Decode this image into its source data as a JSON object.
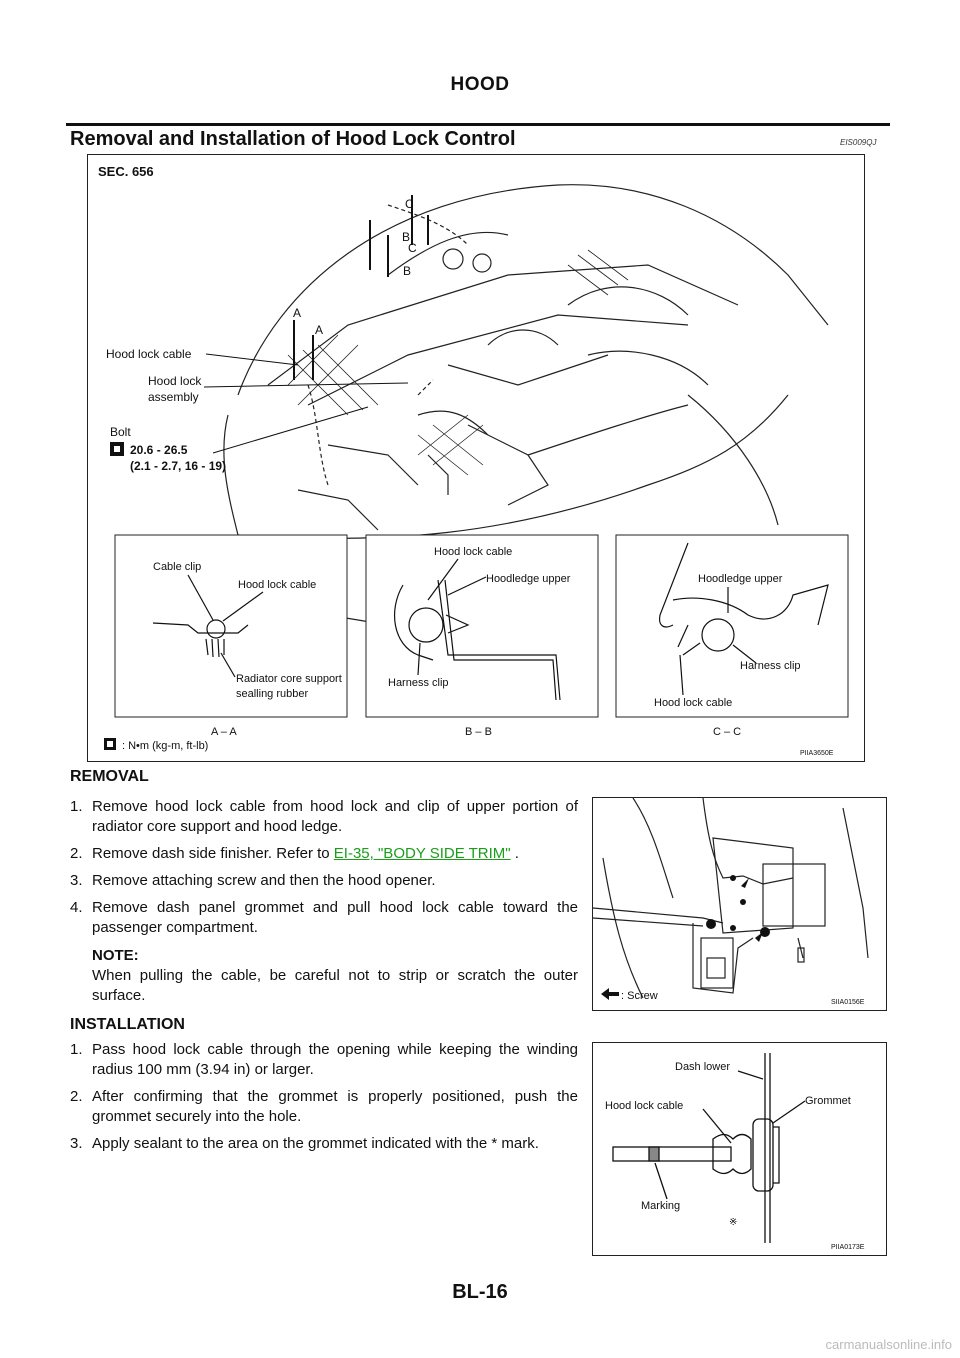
{
  "header": {
    "title": "HOOD"
  },
  "section": {
    "title": "Removal and Installation of Hood Lock Control",
    "code": "EIS009QJ"
  },
  "figure_main": {
    "sec": "SEC. 656",
    "callouts": {
      "hood_lock_cable": "Hood lock cable",
      "hood_lock_assembly_1": "Hood lock",
      "hood_lock_assembly_2": "assembly",
      "bolt": "Bolt",
      "torque_1": "20.6 - 26.5",
      "torque_2": "(2.1 - 2.7, 16 - 19)"
    },
    "section_marks": {
      "a": "A",
      "b": "B",
      "c": "C"
    },
    "inset_aa": {
      "cable_clip": "Cable clip",
      "hood_lock_cable": "Hood lock cable",
      "rad_1": "Radiator core support",
      "rad_2": "sealling rubber",
      "caption": "A – A"
    },
    "inset_bb": {
      "hood_lock_cable": "Hood lock cable",
      "hoodledge_upper": "Hoodledge upper",
      "harness_clip": "Harness clip",
      "caption": "B – B"
    },
    "inset_cc": {
      "hoodledge_upper": "Hoodledge upper",
      "harness_clip": "Harness clip",
      "hood_lock_cable": "Hood lock cable",
      "caption": "C – C"
    },
    "legend": ": N•m (kg-m, ft-lb)",
    "id": "PIIA3650E"
  },
  "removal": {
    "heading": "REMOVAL",
    "steps": [
      {
        "num": "1.",
        "text": "Remove hood lock cable from hood lock and clip of upper portion of radiator core support and hood ledge."
      },
      {
        "num": "2.",
        "text_before": "Remove dash side finisher. Refer to ",
        "link": "EI-35, \"BODY SIDE TRIM\"",
        "text_after": " ."
      },
      {
        "num": "3.",
        "text": "Remove attaching screw and then the hood opener."
      },
      {
        "num": "4.",
        "text": "Remove dash panel grommet and pull hood lock cable toward the passenger compartment."
      }
    ],
    "note_label": "NOTE:",
    "note_text": "When pulling the cable, be careful not to strip or scratch the outer surface."
  },
  "figure_removal": {
    "legend": ": Screw",
    "id": "SIIA0156E"
  },
  "installation": {
    "heading": "INSTALLATION",
    "steps": [
      {
        "num": "1.",
        "text": "Pass hood lock cable through the opening while keeping the winding radius 100 mm (3.94 in) or larger."
      },
      {
        "num": "2.",
        "text": "After confirming that the grommet is properly positioned, push the grommet securely into the hole."
      },
      {
        "num": "3.",
        "text": "Apply sealant to the area on the grommet indicated with the * mark."
      }
    ]
  },
  "figure_install": {
    "dash_lower": "Dash lower",
    "hood_lock_cable": "Hood lock cable",
    "grommet": "Grommet",
    "marking": "Marking",
    "star": "※",
    "id": "PIIA0173E"
  },
  "footer": {
    "page": "BL-16"
  },
  "watermark": "carmanualsonline.info"
}
